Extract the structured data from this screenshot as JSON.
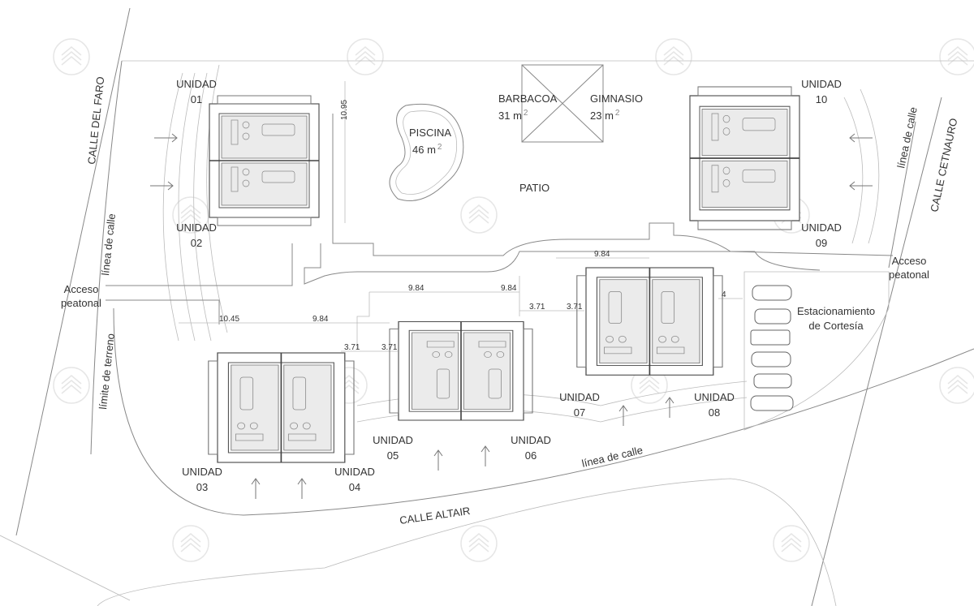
{
  "streets": {
    "calle_del_faro": "CALLE DEL FARO",
    "calle_cetnauro": "CALLE CETNAURO",
    "calle_altair": "CALLE ALTAIR",
    "linea_calle_left": "línea de calle",
    "linea_calle_right": "línea de calle",
    "linea_calle_bottom": "línea de calle",
    "limite_terreno": "límite de terreno"
  },
  "access": {
    "left_line1": "Acceso",
    "left_line2": "peatonal",
    "right_line1": "Acceso",
    "right_line2": "peatonal"
  },
  "amenities": {
    "piscina": "PISCINA",
    "piscina_area": "46 m",
    "barbacoa": "BARBACOA",
    "barbacoa_area": "31 m",
    "gimnasio": "GIMNASIO",
    "gimnasio_area": "23 m",
    "area_sup": "2",
    "patio": "PATIO",
    "parking_line1": "Estacionamiento",
    "parking_line2": "de Cortesía"
  },
  "units": [
    {
      "label": "UNIDAD",
      "num": "01"
    },
    {
      "label": "UNIDAD",
      "num": "02"
    },
    {
      "label": "UNIDAD",
      "num": "03"
    },
    {
      "label": "UNIDAD",
      "num": "04"
    },
    {
      "label": "UNIDAD",
      "num": "05"
    },
    {
      "label": "UNIDAD",
      "num": "06"
    },
    {
      "label": "UNIDAD",
      "num": "07"
    },
    {
      "label": "UNIDAD",
      "num": "08"
    },
    {
      "label": "UNIDAD",
      "num": "09"
    },
    {
      "label": "UNIDAD",
      "num": "10"
    }
  ],
  "dimensions": {
    "d1095": "10.95",
    "d1045": "10.45",
    "d984_a": "9.84",
    "d984_b": "9.84",
    "d984_c": "9.84",
    "d984_d": "9.84",
    "d371_a": "3.71",
    "d371_b": "3.71",
    "d371_c": "3.71",
    "d371_d": "3.71",
    "d4": "4"
  }
}
